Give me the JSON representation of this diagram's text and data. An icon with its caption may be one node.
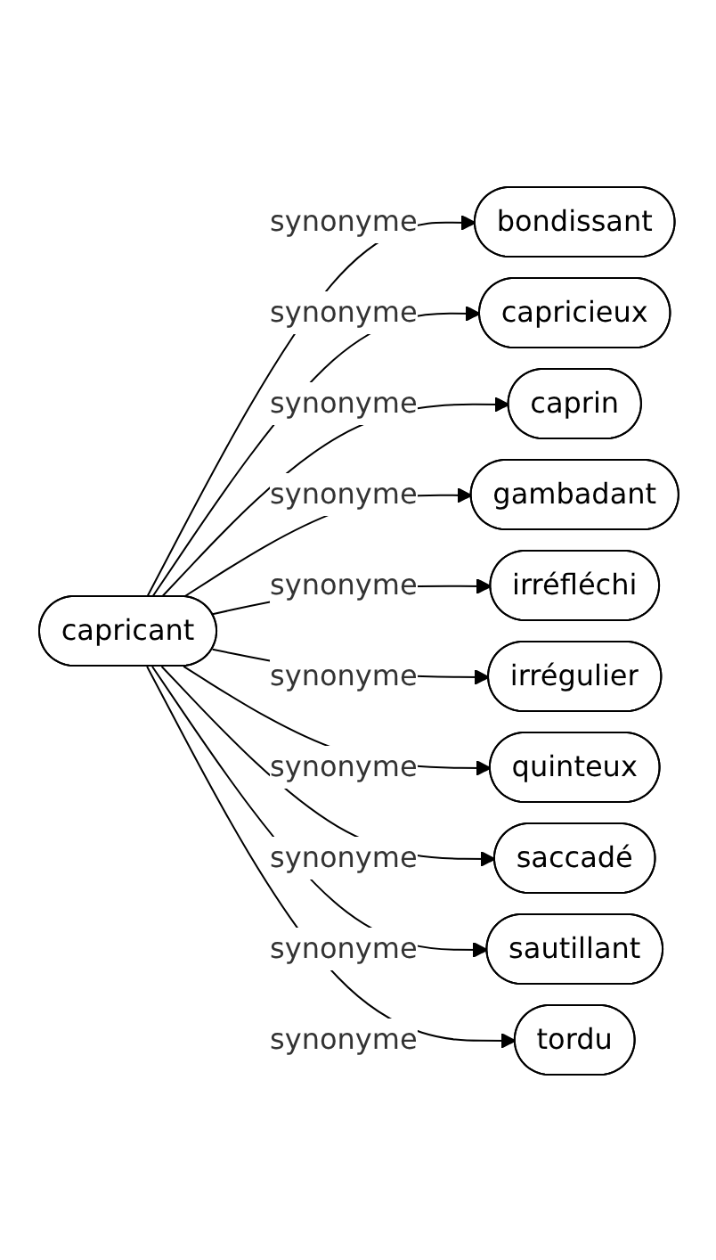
{
  "diagram": {
    "nodes": [
      {
        "text": [
          "capricant"
        ]
      },
      {
        "text": [
          "bondissant"
        ]
      },
      {
        "text": [
          "capricieux"
        ]
      },
      {
        "text": [
          "caprin"
        ]
      },
      {
        "text": [
          "gambadant"
        ]
      },
      {
        "text": [
          "irréfléchi"
        ]
      },
      {
        "text": [
          "irrégulier"
        ]
      },
      {
        "text": [
          "quinteux"
        ]
      },
      {
        "text": [
          "saccadé"
        ]
      },
      {
        "text": [
          "sautillant"
        ]
      },
      {
        "text": [
          "tordu"
        ]
      }
    ],
    "edges": [
      {
        "from": 0,
        "to": 1,
        "arrow": "to",
        "label": "synonyme"
      },
      {
        "from": 0,
        "to": 2,
        "arrow": "to",
        "label": "synonyme"
      },
      {
        "from": 0,
        "to": 3,
        "arrow": "to",
        "label": "synonyme"
      },
      {
        "from": 0,
        "to": 4,
        "arrow": "to",
        "label": "synonyme"
      },
      {
        "from": 0,
        "to": 5,
        "arrow": "to",
        "label": "synonyme"
      },
      {
        "from": 0,
        "to": 6,
        "arrow": "to",
        "label": "synonyme"
      },
      {
        "from": 0,
        "to": 7,
        "arrow": "to",
        "label": "synonyme"
      },
      {
        "from": 0,
        "to": 8,
        "arrow": "to",
        "label": "synonyme"
      },
      {
        "from": 0,
        "to": 9,
        "arrow": "to",
        "label": "synonyme"
      },
      {
        "from": 0,
        "to": 10,
        "arrow": "to",
        "label": "synonyme"
      }
    ]
  }
}
